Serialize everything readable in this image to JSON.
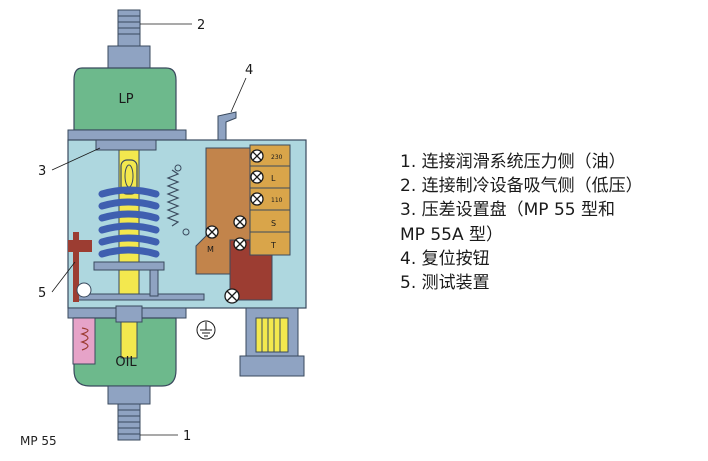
{
  "diagram": {
    "callouts": [
      "1",
      "2",
      "3",
      "4",
      "5"
    ],
    "labels": {
      "lp": "LP",
      "oil": "OIL",
      "m": "M",
      "terminal_230": "230",
      "terminal_l": "L",
      "terminal_110": "110",
      "terminal_s": "S",
      "terminal_t": "T"
    },
    "model": "MP 55",
    "legend": [
      "1. 连接润滑系统压力侧（油）",
      "2. 连接制冷设备吸气侧（低压）",
      "3. 压差设置盘（MP 55 型和",
      "MP 55A 型）",
      "4. 复位按钮",
      "5. 测试装置"
    ],
    "colors": {
      "body": "#aed7df",
      "dome": "#6db98c",
      "spring": "#3f5fb0",
      "relay": "#c2844b",
      "relay_dark": "#9c3d32",
      "terminal": "#d9a54a",
      "pink": "#e6a3c8",
      "yellow": "#f3e84e",
      "metal": "#8fa3c2",
      "outline": "#3a4a5e"
    }
  }
}
